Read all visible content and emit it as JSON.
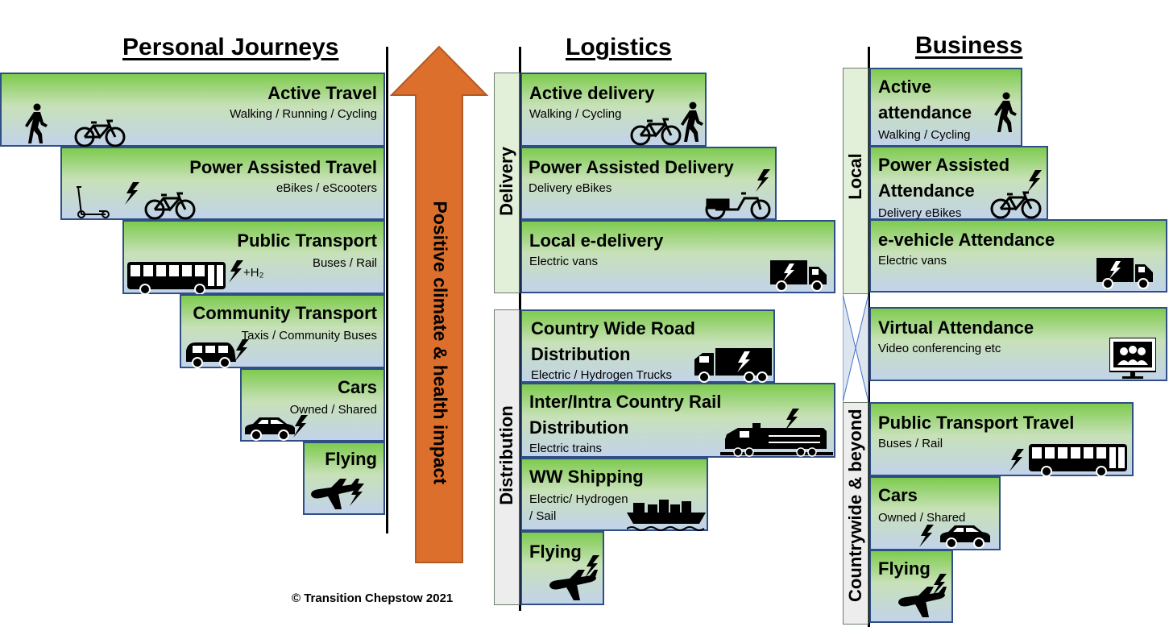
{
  "headings": {
    "personal": "Personal Journeys",
    "logistics": "Logistics",
    "business": "Business"
  },
  "arrow_label": "Positive climate & health impact",
  "personal": [
    {
      "title": "Active Travel",
      "subtitle": "Walking / Running / Cycling"
    },
    {
      "title": "Power Assisted Travel",
      "subtitle": "eBikes / eScooters"
    },
    {
      "title": "Public Transport",
      "subtitle": "Buses / Rail",
      "extra": "+H₂"
    },
    {
      "title": "Community Transport",
      "subtitle": "Taxis / Community Buses"
    },
    {
      "title": "Cars",
      "subtitle": "Owned / Shared"
    },
    {
      "title": "Flying",
      "subtitle": ""
    }
  ],
  "logistics_groups": {
    "delivery": "Delivery",
    "distribution": "Distribution"
  },
  "logistics": [
    {
      "title": "Active delivery",
      "subtitle": "Walking / Cycling"
    },
    {
      "title": "Power Assisted Delivery",
      "subtitle": "Delivery eBikes"
    },
    {
      "title": "Local e-delivery",
      "subtitle": "Electric vans"
    },
    {
      "title_line1": "Country Wide Road",
      "title_line2": "Distribution",
      "subtitle": "Electric / Hydrogen Trucks"
    },
    {
      "title_line1": "Inter/Intra Country Rail",
      "title_line2": "Distribution",
      "subtitle": "Electric trains"
    },
    {
      "title": "WW Shipping",
      "subtitle_line1": "Electric/ Hydrogen",
      "subtitle_line2": "/ Sail"
    },
    {
      "title": "Flying",
      "subtitle": ""
    }
  ],
  "business_groups": {
    "local": "Local",
    "beyond": "Countrywide & beyond"
  },
  "business": [
    {
      "title_line1": "Active",
      "title_line2": "attendance",
      "subtitle": "Walking / Cycling"
    },
    {
      "title_line1": "Power Assisted",
      "title_line2": "Attendance",
      "subtitle": "Delivery eBikes"
    },
    {
      "title": "e-vehicle Attendance",
      "subtitle": "Electric vans"
    },
    {
      "title": "Virtual Attendance",
      "subtitle": "Video conferencing etc"
    },
    {
      "title": "Public Transport Travel",
      "subtitle": "Buses / Rail"
    },
    {
      "title": "Cars",
      "subtitle": "Owned / Shared"
    },
    {
      "title": "Flying",
      "subtitle": ""
    }
  ],
  "copyright": "© Transition Chepstow 2021",
  "colors": {
    "arrow": "#dd6f2c",
    "box_border": "#2f4e86",
    "box_top": "#7ecb4e",
    "box_bottom": "#c2d3ea",
    "group_green": "#e2efd9",
    "group_grey": "#ededed"
  }
}
